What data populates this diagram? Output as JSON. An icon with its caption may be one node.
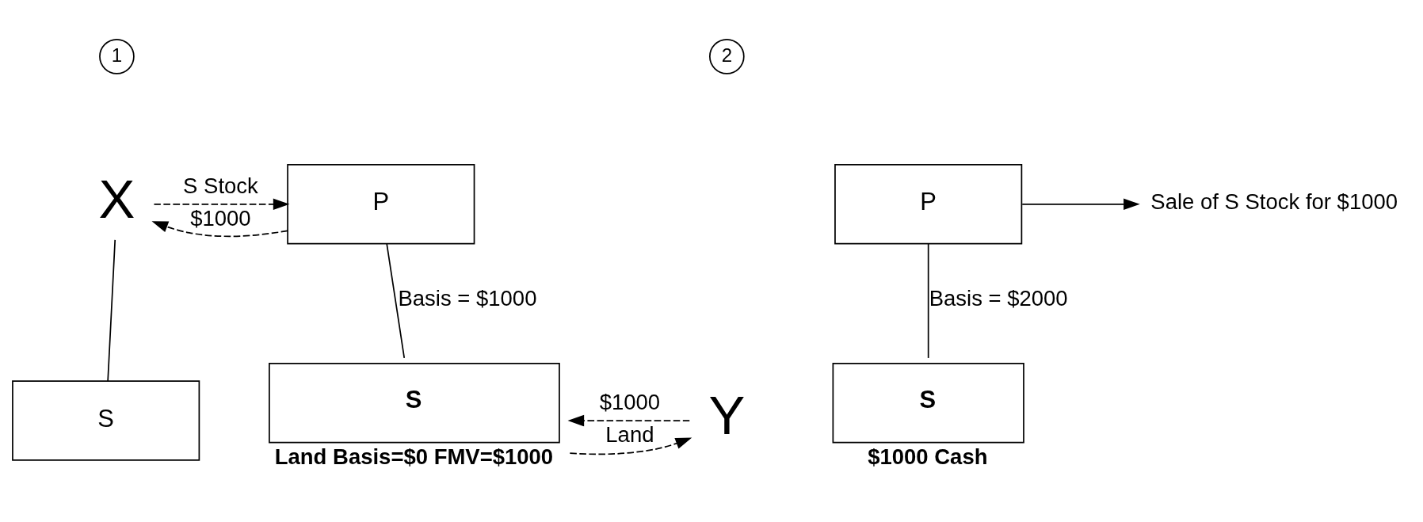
{
  "diagram": {
    "nodes": [
      {
        "text": [
          "X"
        ]
      },
      {
        "text": [
          "P"
        ]
      },
      {
        "text": [
          "S"
        ]
      },
      {
        "text": [
          "S"
        ],
        "beside": [
          "Land Basis=$0 FMV=$1000"
        ]
      },
      {
        "text": [
          "Y"
        ]
      },
      {
        "text": [
          "P"
        ]
      },
      {
        "text": [
          "S"
        ],
        "beside": [
          "$1000 Cash"
        ]
      },
      {
        "text": [
          "Sale of S Stock for $1000"
        ]
      },
      {
        "text": [
          "1"
        ]
      },
      {
        "text": [
          "2"
        ]
      }
    ],
    "edges": [
      {
        "from": 1,
        "to": 0,
        "arrow": "to",
        "style": "dashed",
        "label": "$1000"
      },
      {
        "from": 0,
        "to": 1,
        "arrow": "to",
        "style": "dashed",
        "label": "S Stock"
      },
      {
        "from": 0,
        "to": 2,
        "arrow": "none"
      },
      {
        "from": 1,
        "to": 3,
        "arrow": "none",
        "label": "Basis = $1000"
      },
      {
        "from": 3,
        "to": 4,
        "arrow": "to",
        "style": "dashed",
        "label": "Land"
      },
      {
        "from": 4,
        "to": 3,
        "arrow": "to",
        "style": "dashed",
        "label": "$1000"
      },
      {
        "from": 5,
        "to": 7,
        "arrow": "to"
      },
      {
        "from": 5,
        "to": 6,
        "arrow": "none",
        "label": "Basis = $2000"
      }
    ]
  }
}
